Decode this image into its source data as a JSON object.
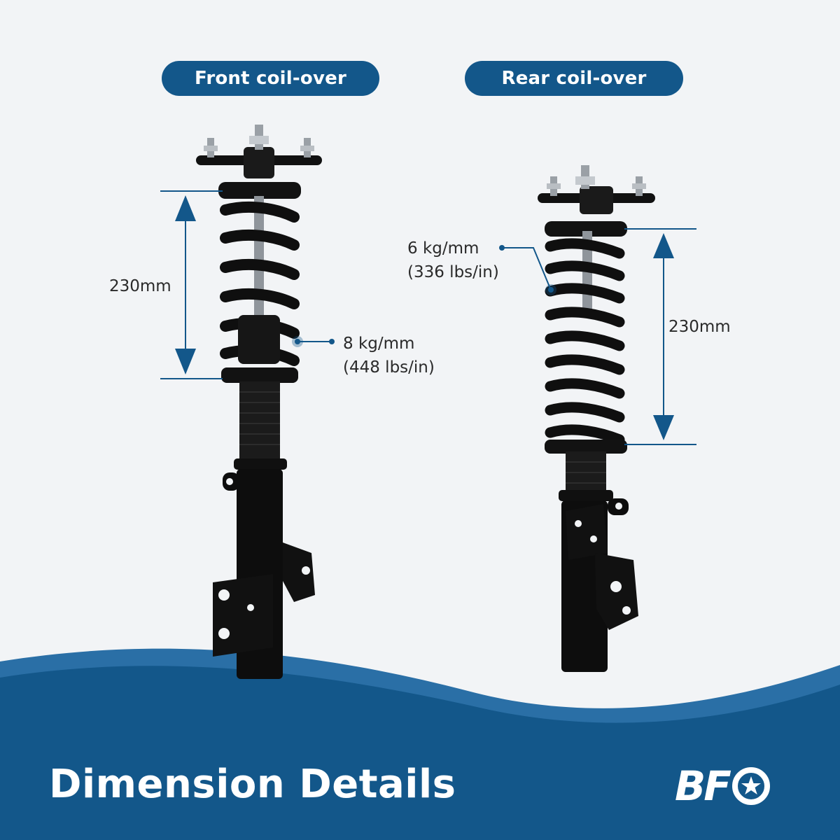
{
  "header": {
    "front_label": "Front coil-over",
    "rear_label": "Rear coil-over"
  },
  "front": {
    "spring_length": "230mm",
    "spring_rate_metric": "8 kg/mm",
    "spring_rate_imperial": "(448 lbs/in)"
  },
  "rear": {
    "spring_length": "230mm",
    "spring_rate_metric": "6 kg/mm",
    "spring_rate_imperial": "(336 lbs/in)"
  },
  "footer": {
    "title": "Dimension Details",
    "logo_text": "BF",
    "logo_icon": "star-circle-icon"
  },
  "colors": {
    "brand_blue": "#13578a",
    "wave_light": "#2a6fa6",
    "background": "#f2f4f6",
    "strut_black": "#0d0d0d"
  }
}
